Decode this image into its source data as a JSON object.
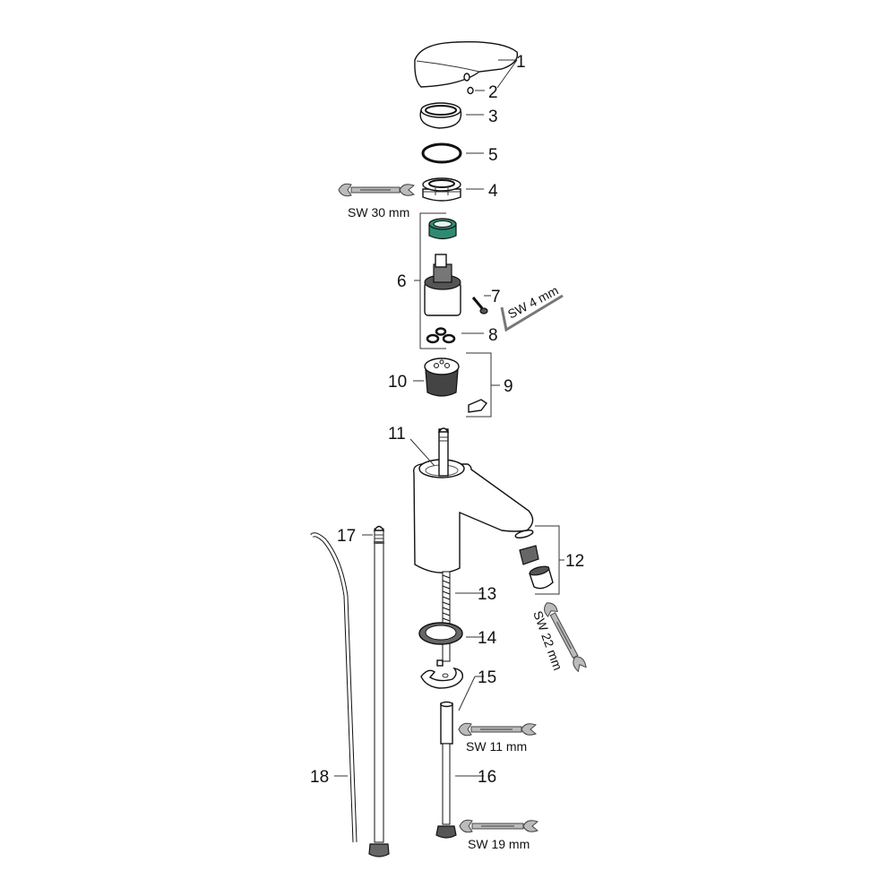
{
  "diagram": {
    "part_labels": [
      "1",
      "2",
      "3",
      "4",
      "5",
      "6",
      "7",
      "8",
      "9",
      "10",
      "11",
      "12",
      "13",
      "14",
      "15",
      "16",
      "17",
      "18"
    ],
    "tool_labels": {
      "sw30": "SW 30 mm",
      "sw4": "SW 4 mm",
      "sw22": "SW 22 mm",
      "sw11": "SW 11 mm",
      "sw19": "SW 19 mm"
    },
    "colors": {
      "cartridge_ring": "#2e8b72",
      "line": "#111111",
      "wrench": "#bbbbbb"
    }
  }
}
